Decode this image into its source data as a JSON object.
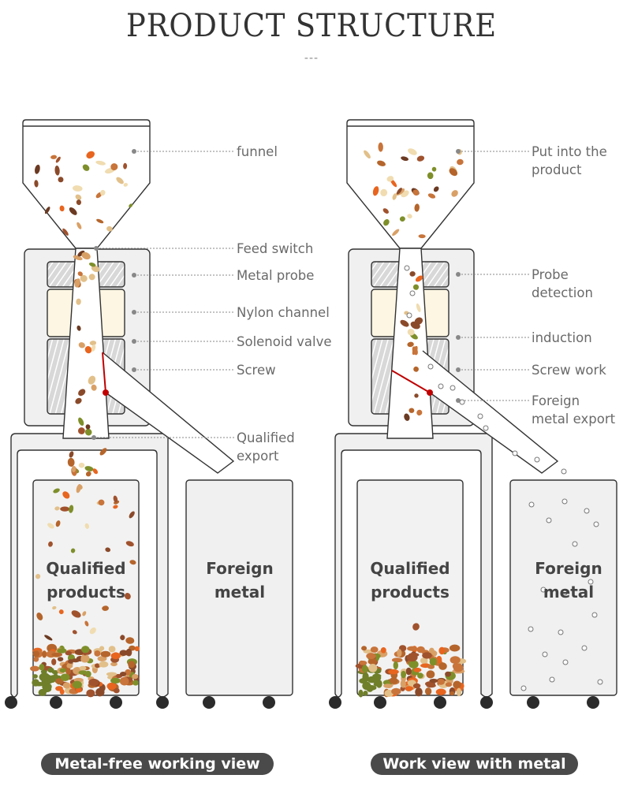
{
  "title": "PRODUCT STRUCTURE",
  "title_ornament": "---",
  "colors": {
    "outline": "#333333",
    "housing": "#f0f0f0",
    "nylon": "#fdf6e3",
    "red": "#c00000",
    "label": "#6a6a6a",
    "pill": "#4a4a4a"
  },
  "left_panel": {
    "labels": {
      "funnel": "funnel",
      "feed_switch": "Feed switch",
      "metal_probe": "Metal probe",
      "nylon_channel": "Nylon channel",
      "solenoid_valve": "Solenoid valve",
      "screw": "Screw",
      "qualified_export_1": "Qualified",
      "qualified_export_2": "export"
    },
    "bin_qualified_1": "Qualified",
    "bin_qualified_2": "products",
    "bin_foreign_1": "Foreign",
    "bin_foreign_2": "metal",
    "caption": "Metal-free working view"
  },
  "right_panel": {
    "labels": {
      "put_in_1": "Put into the",
      "put_in_2": "product",
      "probe_1": "Probe",
      "probe_2": "detection",
      "induction": "induction",
      "screw_work": "Screw work",
      "foreign_export_1": "Foreign",
      "foreign_export_2": "metal export"
    },
    "bin_qualified_1": "Qualified",
    "bin_qualified_2": "products",
    "bin_foreign_1": "Foreign",
    "bin_foreign_2": "metal",
    "caption": "Work view with metal"
  }
}
